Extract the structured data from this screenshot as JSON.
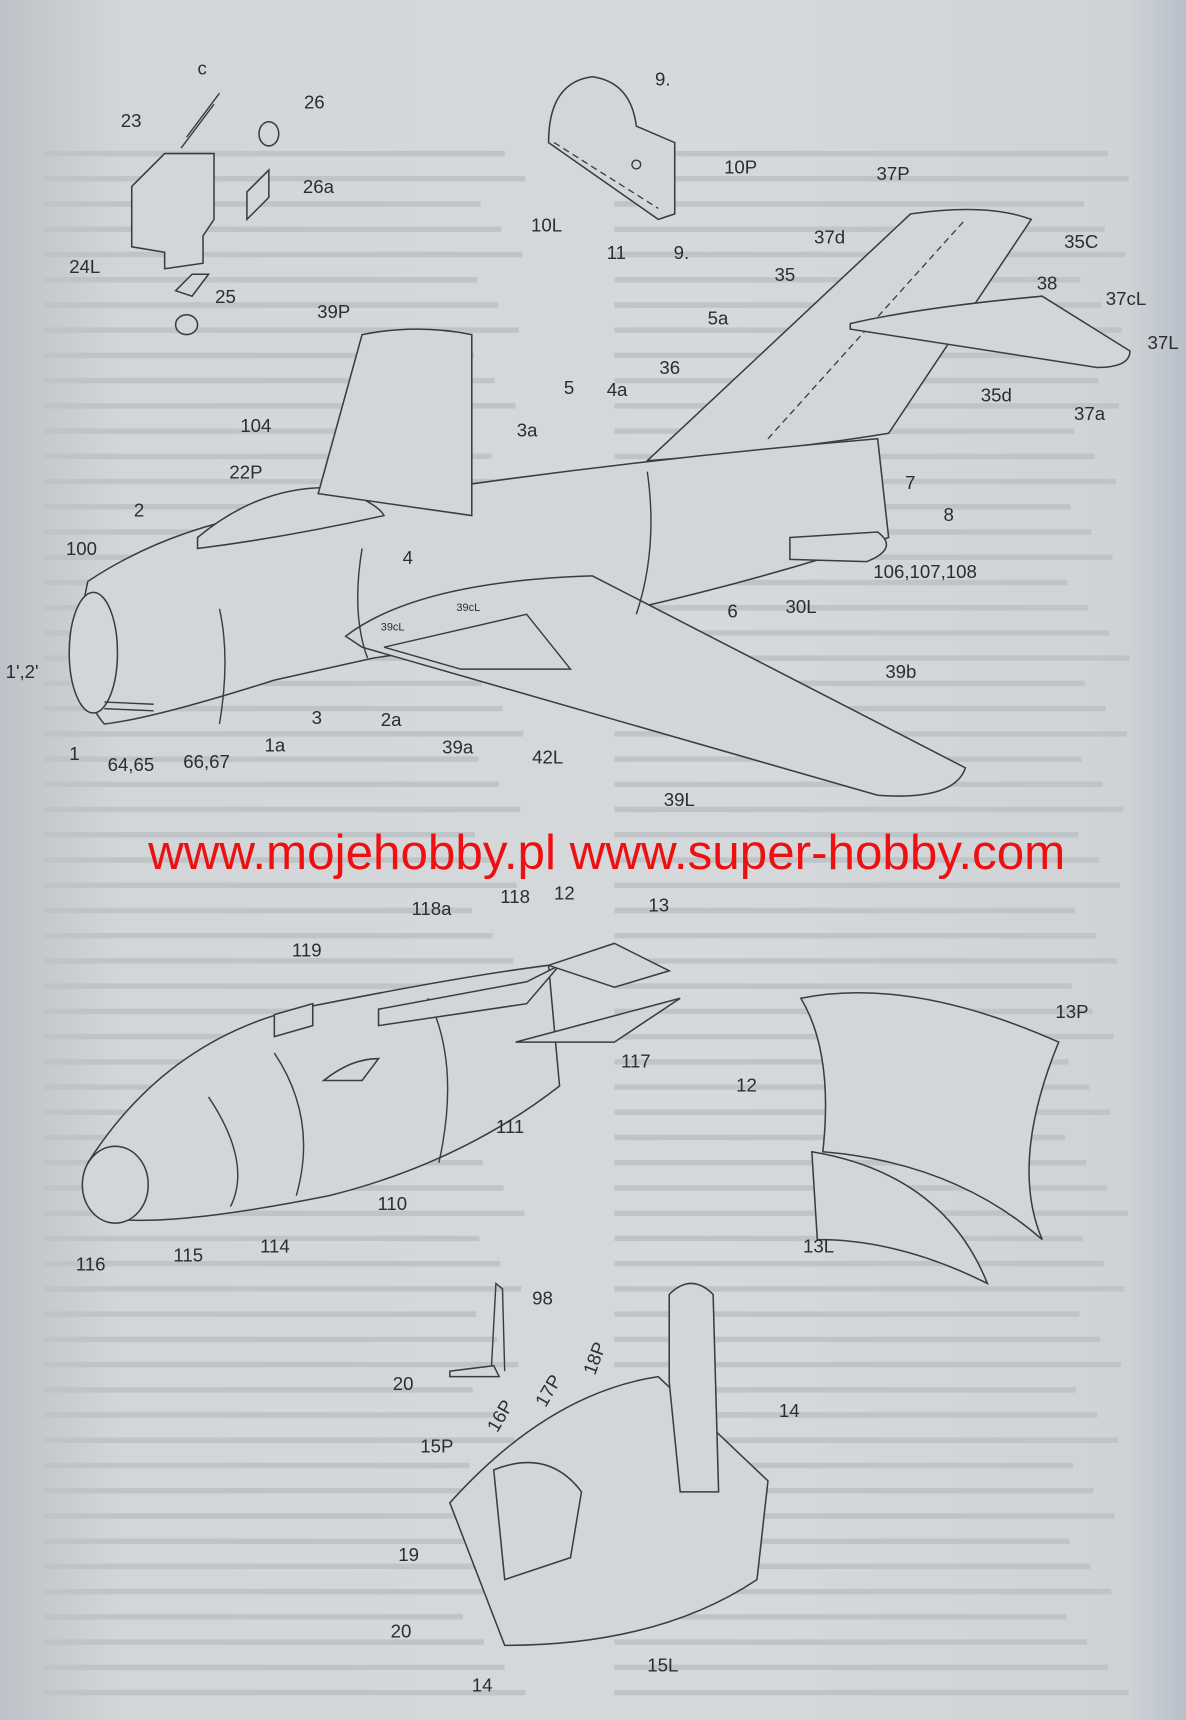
{
  "watermark": "www.mojehobby.pl www.super-hobby.com",
  "colors": {
    "watermark": "#ee1010",
    "line": "#3a3c40",
    "paper": "#d3d6d8"
  },
  "sight": {
    "labels": [
      "c",
      "23",
      "26",
      "26a",
      "24L",
      "25"
    ]
  },
  "canopy": {
    "labels": [
      "9.",
      "10P",
      "10L",
      "11",
      "9."
    ]
  },
  "tail": {
    "labels": [
      "37P",
      "37d",
      "35C",
      "35",
      "38",
      "37cL",
      "37L",
      "5a",
      "36",
      "35d",
      "37a"
    ]
  },
  "fuselage": {
    "labels": [
      "39P",
      "104",
      "3a",
      "5",
      "4a",
      "22P",
      "2",
      "4",
      "7",
      "8",
      "106,107,108",
      "30L",
      "6",
      "100",
      "1',2'",
      "39cL",
      "39cL",
      "39b",
      "3",
      "2a",
      "39a",
      "42L",
      "1",
      "64,65",
      "66,67",
      "1a",
      "39L"
    ]
  },
  "nose": {
    "labels": [
      "118a",
      "118",
      "12",
      "13",
      "119",
      "117",
      "111",
      "110",
      "114",
      "115",
      "116"
    ]
  },
  "intake": {
    "labels": [
      "13P",
      "12",
      "13L"
    ]
  },
  "cockpit": {
    "labels": [
      "98",
      "20",
      "18P",
      "17P",
      "16P",
      "15P",
      "14",
      "19",
      "20",
      "14",
      "15L"
    ]
  }
}
